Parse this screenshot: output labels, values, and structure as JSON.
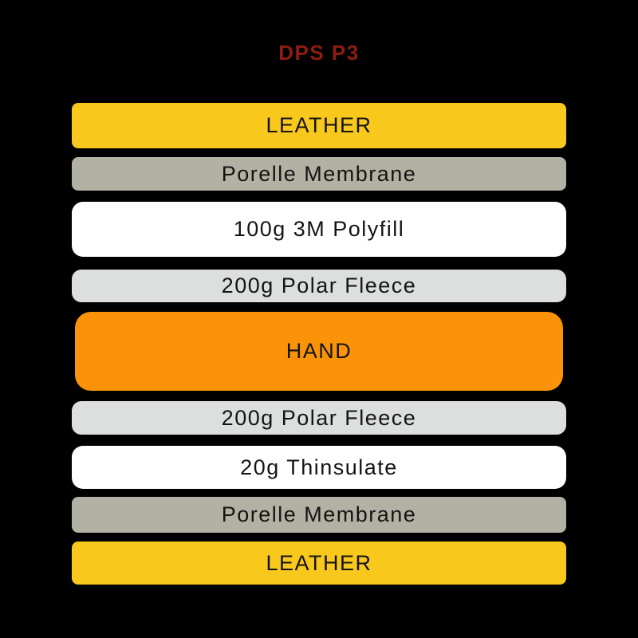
{
  "title": {
    "text": "DPS P3",
    "color": "#8E1C12"
  },
  "background_color": "#000000",
  "text_color": "#141414",
  "palette": {
    "leather": "#F9C81C",
    "membrane": "#B3B1A3",
    "polyfill": "#FFFFFF",
    "fleece": "#DDDEDE",
    "hand": "#FA9307"
  },
  "layers": [
    {
      "label": "LEATHER",
      "material": "leather",
      "color": "#F9C81C"
    },
    {
      "label": "Porelle Membrane",
      "material": "membrane",
      "color": "#B3B1A3"
    },
    {
      "label": "100g 3M Polyfill",
      "material": "polyfill",
      "color": "#FFFFFF"
    },
    {
      "label": "200g Polar Fleece",
      "material": "fleece",
      "color": "#DDDEDE"
    },
    {
      "label": "HAND",
      "material": "hand",
      "color": "#FA9307"
    },
    {
      "label": "200g Polar Fleece",
      "material": "fleece",
      "color": "#DDDEDE"
    },
    {
      "label": "20g Thinsulate",
      "material": "polyfill",
      "color": "#FFFFFF"
    },
    {
      "label": "Porelle Membrane",
      "material": "membrane",
      "color": "#B3B1A3"
    },
    {
      "label": "LEATHER",
      "material": "leather",
      "color": "#F9C81C"
    }
  ]
}
